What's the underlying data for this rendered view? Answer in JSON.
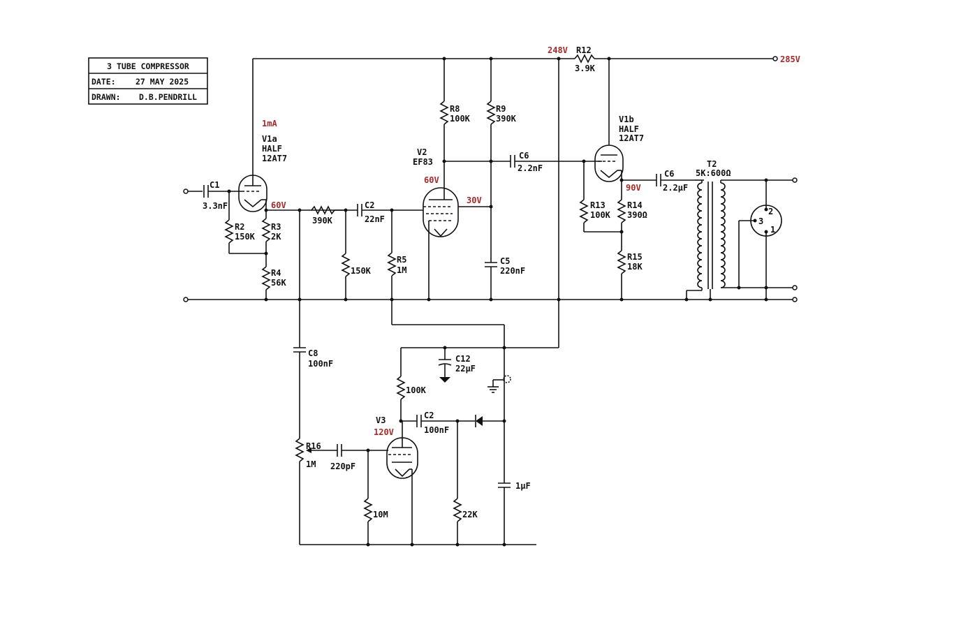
{
  "title_block": {
    "title": "3 TUBE COMPRESSOR",
    "date_label": "DATE:",
    "date_value": "27 MAY 2025",
    "drawn_label": "DRAWN:",
    "drawn_value": "D.B.PENDRILL"
  },
  "voltages": {
    "supply_in": "285V",
    "supply_after_r12": "248V",
    "v1a_plate": "60V",
    "v1a_current": "1mA",
    "v2_grid": "60V",
    "v2_cathode": "30V",
    "v1b_cathode": "90V",
    "v3_plate": "120V"
  },
  "components": {
    "c1": {
      "ref": "C1",
      "value": "3.3nF"
    },
    "r2": {
      "ref": "R2",
      "value": "150K"
    },
    "r3": {
      "ref": "R3",
      "value": "2K"
    },
    "r4": {
      "ref": "R4",
      "value": "56K"
    },
    "r_390k": {
      "value": "390K"
    },
    "c2a": {
      "ref": "C2",
      "value": "22nF"
    },
    "r_150k": {
      "value": "150K"
    },
    "r5": {
      "ref": "R5",
      "value": "1M"
    },
    "r8": {
      "ref": "R8",
      "value": "100K"
    },
    "r9": {
      "ref": "R9",
      "value": "390K"
    },
    "c5": {
      "ref": "C5",
      "value": "220nF"
    },
    "c6a": {
      "ref": "C6",
      "value": "2.2nF"
    },
    "r12": {
      "ref": "R12",
      "value": "3.9K"
    },
    "r13": {
      "ref": "R13",
      "value": "100K"
    },
    "r14": {
      "ref": "R14",
      "value": "390Ω"
    },
    "r15": {
      "ref": "R15",
      "value": "18K"
    },
    "c6b": {
      "ref": "C6",
      "value": "2.2µF"
    },
    "t2": {
      "ref": "T2",
      "value": "5K:600Ω"
    },
    "c8": {
      "ref": "C8",
      "value": "100nF"
    },
    "c12": {
      "ref": "C12",
      "value": "22µF"
    },
    "r_100k_v3": {
      "value": "100K"
    },
    "c2b": {
      "ref": "C2",
      "value": "100nF"
    },
    "r16": {
      "ref": "R16",
      "value": "1M"
    },
    "c_220pf": {
      "value": "220pF"
    },
    "r_10m": {
      "value": "10M"
    },
    "r_22k": {
      "value": "22K"
    },
    "c_1uf": {
      "value": "1µF"
    }
  },
  "tubes": {
    "v1a": {
      "ref": "V1a",
      "line1": "HALF",
      "line2": "12AT7"
    },
    "v1b": {
      "ref": "V1b",
      "line1": "HALF",
      "line2": "12AT7"
    },
    "v2": {
      "ref": "V2",
      "type": "EF83"
    },
    "v3": {
      "ref": "V3"
    }
  },
  "xlr_pins": {
    "p1": "1",
    "p2": "2",
    "p3": "3"
  }
}
